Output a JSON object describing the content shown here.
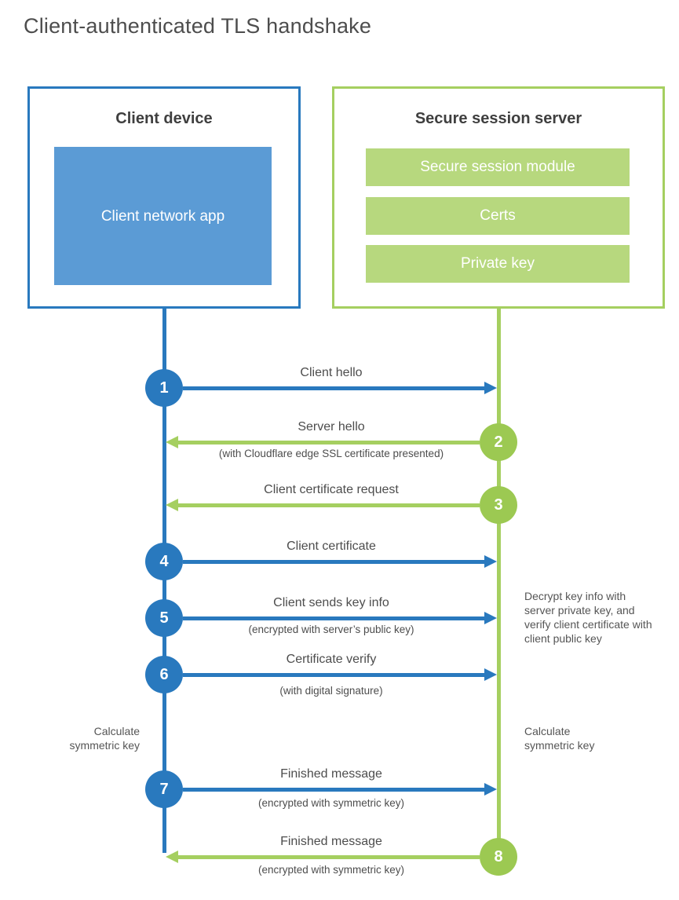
{
  "title": "Client-authenticated TLS handshake",
  "colors": {
    "blue": "#2979BE",
    "blue_light": "#5B9BD5",
    "green": "#A5CF60",
    "green_circle": "#9CC952",
    "green_bar": "#B7D87E",
    "text_dark": "#3F3F3F",
    "text_gray": "#4D4D4D"
  },
  "actors": {
    "client": {
      "title": "Client device",
      "component": "Client network app"
    },
    "server": {
      "title": "Secure session server",
      "components": [
        "Secure session module",
        "Certs",
        "Private key"
      ]
    }
  },
  "steps": [
    {
      "num": "1",
      "direction": "client-to-server",
      "label": "Client hello",
      "sub": ""
    },
    {
      "num": "2",
      "direction": "server-to-client",
      "label": "Server hello",
      "sub": "(with Cloudflare edge SSL certificate presented)"
    },
    {
      "num": "3",
      "direction": "server-to-client",
      "label": "Client certificate request",
      "sub": ""
    },
    {
      "num": "4",
      "direction": "client-to-server",
      "label": "Client certificate",
      "sub": ""
    },
    {
      "num": "5",
      "direction": "client-to-server",
      "label": "Client sends key info",
      "sub": "(encrypted with server’s public key)"
    },
    {
      "num": "6",
      "direction": "client-to-server",
      "label": "Certificate verify",
      "sub": "(with digital signature)"
    },
    {
      "num": "7",
      "direction": "client-to-server",
      "label": "Finished message",
      "sub": "(encrypted with symmetric key)"
    },
    {
      "num": "8",
      "direction": "server-to-client",
      "label": "Finished message",
      "sub": "(encrypted with symmetric key)"
    }
  ],
  "annotations": {
    "decrypt_note": "Decrypt key info with server private key, and verify client certificate with client public key",
    "calc_left": "Calculate symmetric key",
    "calc_right": "Calculate symmetric key"
  }
}
